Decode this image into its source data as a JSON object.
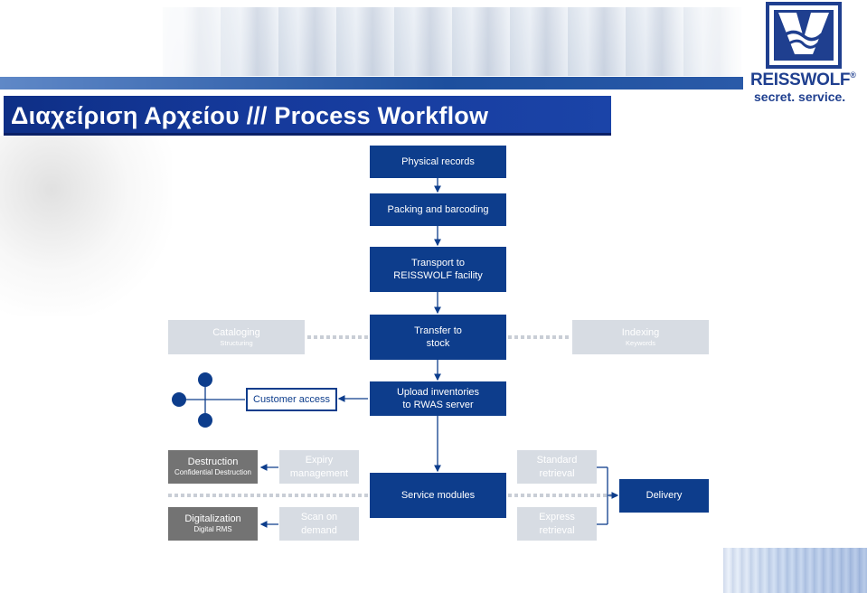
{
  "header": {
    "title": "Διαχείριση Αρχείου /// Process Workflow"
  },
  "logo": {
    "name": "REISSWOLF",
    "registered": "®",
    "tagline": "secret. service."
  },
  "colors": {
    "dark_blue": "#0d3d8c",
    "light_box": "#d7dce3",
    "grey_box": "#737373",
    "title_bar": "#15399b"
  },
  "nodes": {
    "physical_records": {
      "lines": [
        "Physical records"
      ]
    },
    "packing": {
      "lines": [
        "Packing and barcoding"
      ]
    },
    "transport": {
      "lines": [
        "Transport to",
        "REISSWOLF facility"
      ]
    },
    "transfer": {
      "lines": [
        "Transfer to",
        "stock"
      ]
    },
    "cataloging": {
      "main": "Cataloging",
      "sub": "Structuring"
    },
    "indexing": {
      "main": "Indexing",
      "sub": "Keywords"
    },
    "customer_access": {
      "lines": [
        "Customer access"
      ]
    },
    "upload": {
      "lines": [
        "Upload inventories",
        "to RWAS server"
      ]
    },
    "destruction": {
      "main": "Destruction",
      "sub": "Confidential Destruction"
    },
    "expiry": {
      "lines": [
        "Expiry",
        "management"
      ]
    },
    "service_modules": {
      "lines": [
        "Service modules"
      ]
    },
    "standard": {
      "lines": [
        "Standard",
        "retrieval"
      ]
    },
    "delivery": {
      "lines": [
        "Delivery"
      ]
    },
    "digitalization": {
      "main": "Digitalization",
      "sub": "Digital RMS"
    },
    "scan": {
      "lines": [
        "Scan on",
        "demand"
      ]
    },
    "express": {
      "lines": [
        "Express",
        "retrieval"
      ]
    }
  }
}
